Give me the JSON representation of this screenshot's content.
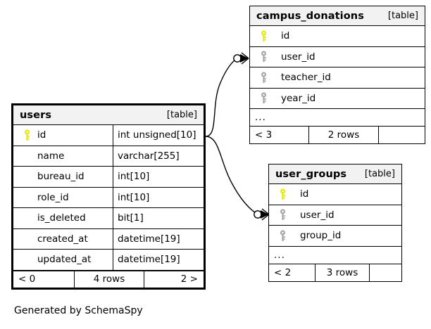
{
  "diagram": {
    "caption": "Generated by SchemaSpy",
    "table_tag": "[table]",
    "ellipsis": "...",
    "colors": {
      "primary_key": "#e8e80f",
      "foreign_key": "#aaaaaa",
      "header_background": "#f2f2f2",
      "border": "#000000",
      "background": "#ffffff"
    }
  },
  "tables": [
    {
      "id": "users",
      "name": "users",
      "tag": "[table]",
      "emphasized": true,
      "columns": [
        {
          "name": "id",
          "type": "int unsigned[10]",
          "key": "primary"
        },
        {
          "name": "name",
          "type": "varchar[255]",
          "key": "none"
        },
        {
          "name": "bureau_id",
          "type": "int[10]",
          "key": "none"
        },
        {
          "name": "role_id",
          "type": "int[10]",
          "key": "none"
        },
        {
          "name": "is_deleted",
          "type": "bit[1]",
          "key": "none"
        },
        {
          "name": "created_at",
          "type": "datetime[19]",
          "key": "none"
        },
        {
          "name": "updated_at",
          "type": "datetime[19]",
          "key": "none"
        }
      ],
      "has_ellipsis": false,
      "footer": {
        "left": "< 0",
        "middle": "4 rows",
        "right": "2 >"
      }
    },
    {
      "id": "campus_donations",
      "name": "campus_donations",
      "tag": "[table]",
      "emphasized": false,
      "columns": [
        {
          "name": "id",
          "type": "",
          "key": "primary"
        },
        {
          "name": "user_id",
          "type": "",
          "key": "foreign"
        },
        {
          "name": "teacher_id",
          "type": "",
          "key": "foreign"
        },
        {
          "name": "year_id",
          "type": "",
          "key": "foreign"
        }
      ],
      "has_ellipsis": true,
      "footer": {
        "left": "< 3",
        "middle": "2 rows",
        "right": ""
      }
    },
    {
      "id": "user_groups",
      "name": "user_groups",
      "tag": "[table]",
      "emphasized": false,
      "columns": [
        {
          "name": "id",
          "type": "",
          "key": "primary"
        },
        {
          "name": "user_id",
          "type": "",
          "key": "foreign"
        },
        {
          "name": "group_id",
          "type": "",
          "key": "foreign"
        }
      ],
      "has_ellipsis": true,
      "footer": {
        "left": "< 2",
        "middle": "3 rows",
        "right": ""
      }
    }
  ],
  "relationships": [
    {
      "id": "users-to-campus_donations",
      "from_table": "users",
      "from_column": "id",
      "to_table": "campus_donations",
      "to_column": "user_id",
      "start_marker": "none",
      "end_marker": "zero-or-many"
    },
    {
      "id": "users-to-user_groups",
      "from_table": "users",
      "from_column": "id",
      "to_table": "user_groups",
      "to_column": "user_id",
      "start_marker": "none",
      "end_marker": "zero-or-many"
    }
  ]
}
